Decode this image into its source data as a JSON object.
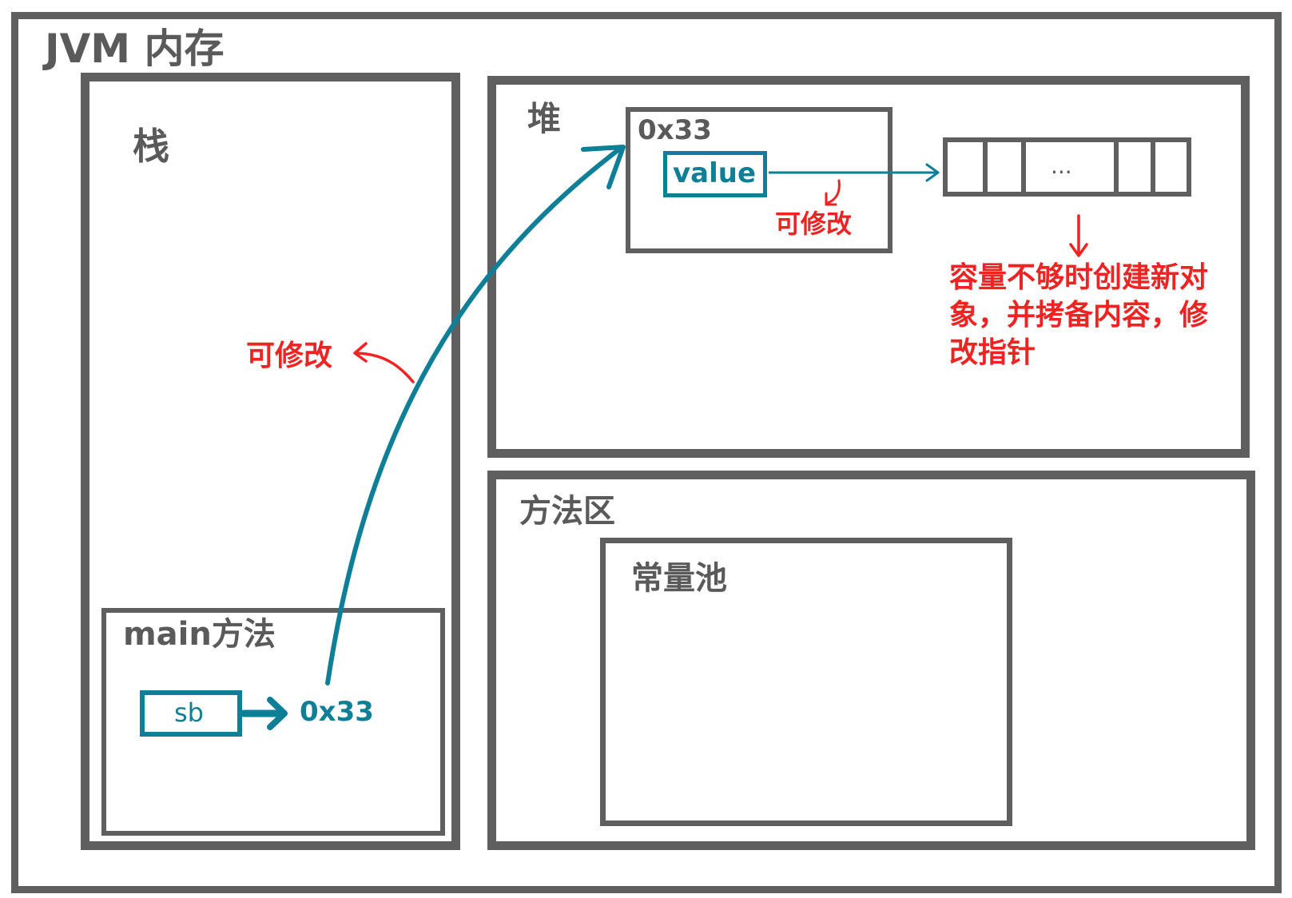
{
  "jvm": {
    "title": "JVM 内存"
  },
  "stack": {
    "title": "栈",
    "main_method": {
      "title": "main方法",
      "variable": "sb",
      "reference": "0x33"
    },
    "arrow_note": "可修改"
  },
  "heap": {
    "title": "堆",
    "object": {
      "address": "0x33",
      "field": "value",
      "field_note": "可修改"
    },
    "array": {
      "ellipsis": "..."
    },
    "array_note": "容量不够时创建新对象，并拷备内容，修改指针"
  },
  "method_area": {
    "title": "方法区",
    "constant_pool": {
      "title": "常量池"
    }
  },
  "colors": {
    "frame": "#5f5f5f",
    "teal": "#0f7f98",
    "red": "#f02222"
  }
}
